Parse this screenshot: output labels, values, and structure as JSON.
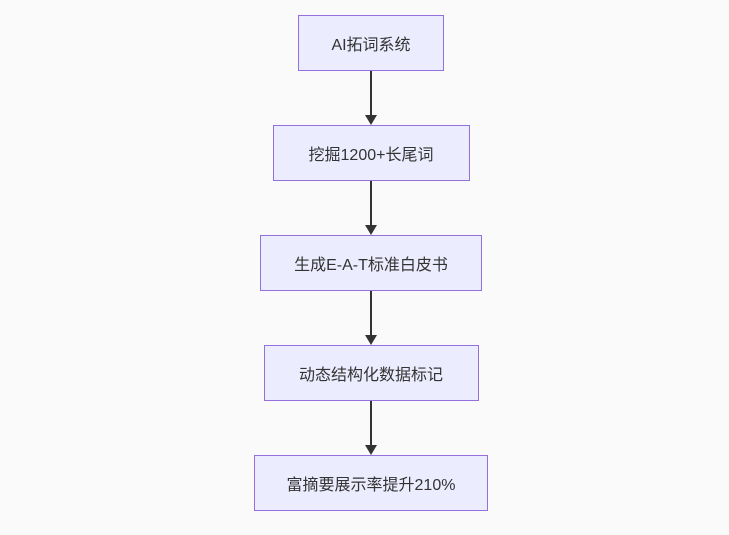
{
  "flowchart": {
    "direction": "top-to-bottom",
    "nodes": [
      {
        "label": "AI拓词系统"
      },
      {
        "label": "挖掘1200+长尾词"
      },
      {
        "label": "生成E-A-T标准白皮书"
      },
      {
        "label": "动态结构化数据标记"
      },
      {
        "label": "富摘要展示率提升210%"
      }
    ],
    "edges": [
      {
        "from": 0,
        "to": 1
      },
      {
        "from": 1,
        "to": 2
      },
      {
        "from": 2,
        "to": 3
      },
      {
        "from": 3,
        "to": 4
      }
    ],
    "colors": {
      "background": "#FAFAFA",
      "node_fill": "#ECECFF",
      "node_border": "#9370DB",
      "node_text": "#333333",
      "edge": "#333333"
    }
  }
}
